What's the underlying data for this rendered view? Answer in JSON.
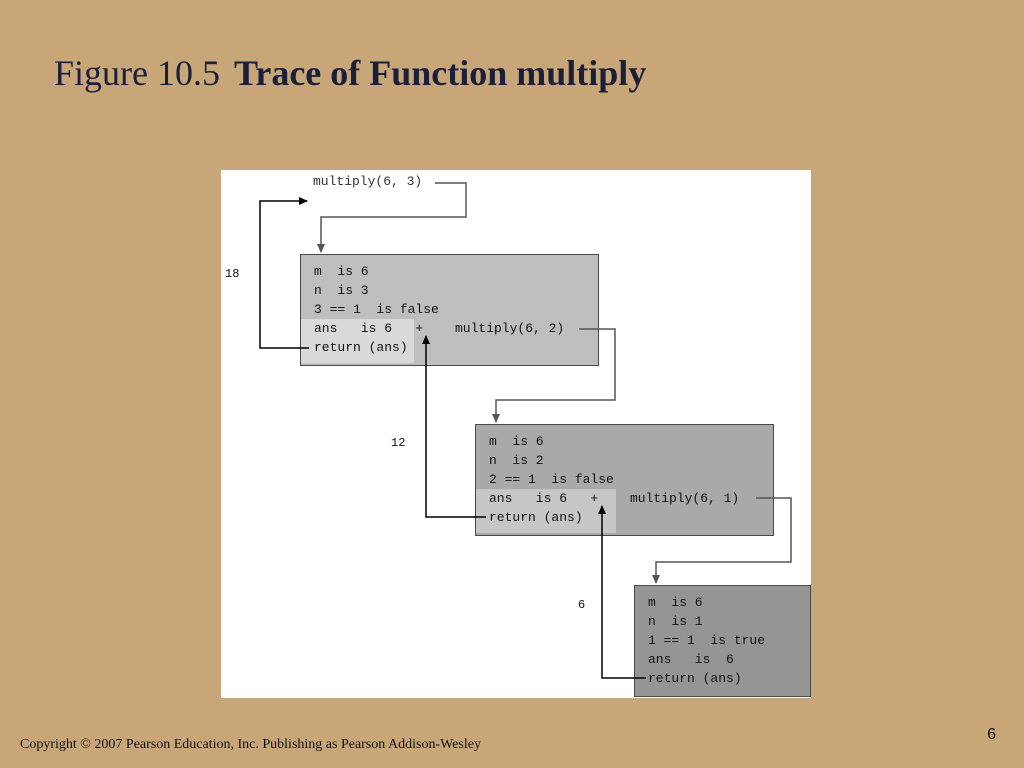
{
  "title": {
    "figure_label": "Figure 10.5",
    "heading": "Trace of Function multiply"
  },
  "diagram": {
    "initial_call": "multiply(6, 3)",
    "frames": [
      {
        "m_line": "m  is 6",
        "n_line": "n  is 3",
        "test_line": "3 == 1  is false",
        "ans_prefix": "ans   is 6   +",
        "call": "multiply(6, 2)",
        "return_line": "return (ans)"
      },
      {
        "m_line": "m  is 6",
        "n_line": "n  is 2",
        "test_line": "2 == 1  is false",
        "ans_prefix": "ans   is 6   +",
        "call": "multiply(6, 1)",
        "return_line": "return (ans)"
      },
      {
        "m_line": "m  is 6",
        "n_line": "n  is 1",
        "test_line": "1 == 1  is true",
        "ans_line": "ans   is  6",
        "return_line": "return (ans)"
      }
    ],
    "return_values": [
      "18",
      "12",
      "6"
    ]
  },
  "footer": {
    "copyright": "Copyright © 2007 Pearson Education, Inc. Publishing as Pearson Addison-Wesley",
    "page_number": "6"
  }
}
